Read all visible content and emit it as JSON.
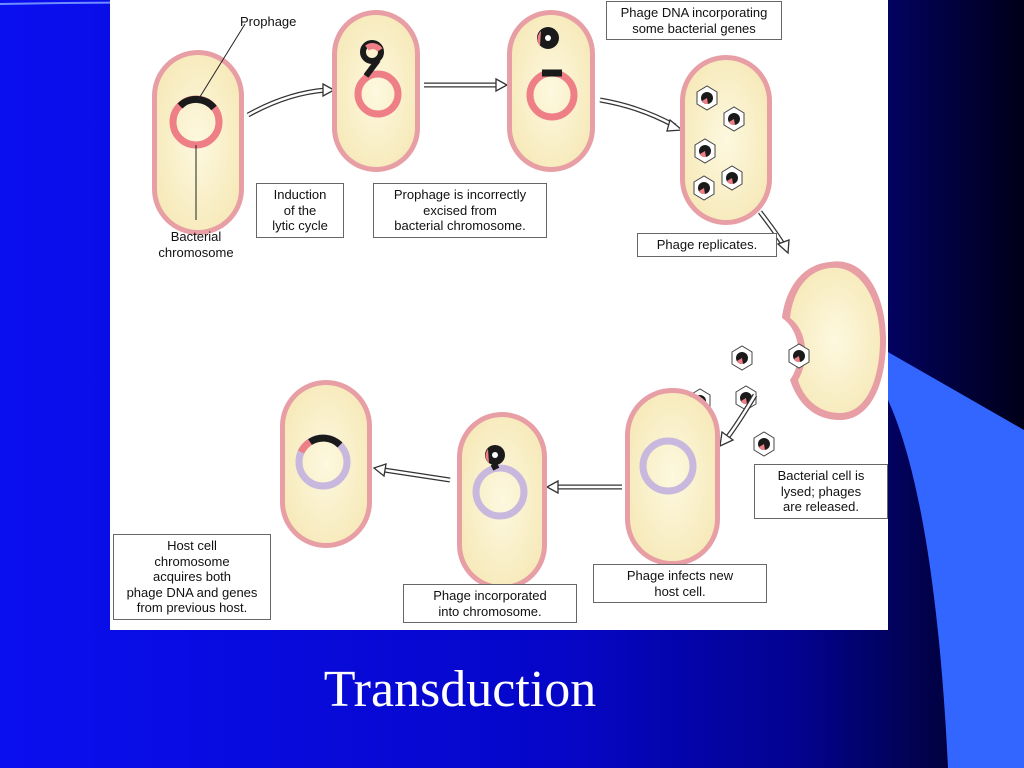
{
  "slide": {
    "title": "Transduction",
    "colors": {
      "background_blue": "#0a0ff0",
      "accent_blue": "#3366ff",
      "cell_fill": "#fbf3cf",
      "cell_membrane": "#e59aa0",
      "chromosome_pink": "#ee7f86",
      "host_chromosome": "#c9b8dd",
      "phage_dna": "#1a1a1a"
    }
  },
  "figure": {
    "labels": {
      "prophage": "Prophage",
      "bacterial_chromosome": "Bacterial\nchromosome",
      "induction": "Induction\nof the\nlytic cycle",
      "incorrect_excision": "Prophage is incorrectly\nexcised from\nbacterial chromosome.",
      "phage_dna_incorporating": "Phage DNA incorporating\nsome bacterial genes",
      "phage_replicates": "Phage replicates.",
      "cell_lysed": "Bacterial cell is\nlysed; phages\nare released.",
      "phage_infects": "Phage infects new\nhost cell.",
      "phage_incorporated": "Phage incorporated\ninto chromosome.",
      "host_acquires": "Host cell\nchromosome\nacquires both\nphage DNA and genes\nfrom previous host."
    },
    "icons": [
      "bacterial-cell",
      "circular-chromosome",
      "phage-particle",
      "process-arrow"
    ]
  }
}
